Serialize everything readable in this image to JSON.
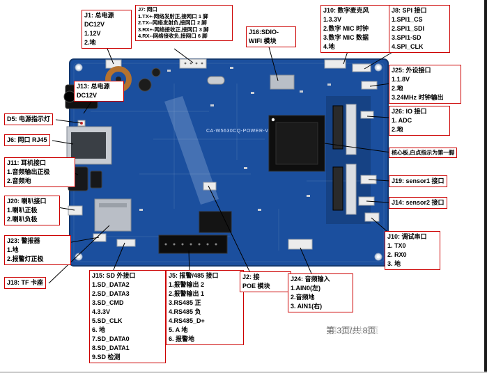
{
  "colors": {
    "board_blue": "#1b4f9e",
    "board_edge": "#12386f",
    "callout_border": "#cc0000",
    "leader_line": "#000000"
  },
  "page": {
    "footer": "第 3页/共 8页",
    "board_silkscreen": "CA-W5630CQ-POWER-V1"
  },
  "callouts": [
    {
      "id": "J1",
      "lines": [
        "J1: 总电源",
        "DC12V",
        "1.12V",
        "2.地"
      ]
    },
    {
      "id": "J7",
      "lines": [
        "J7: 网口",
        "1.TX+-网络发射正,接网口 1 脚",
        "2.TX--网络发射负,接网口 2 脚",
        "3.RX+-网络接收正,接网口 3 脚",
        "4.RX--网络接收负,接网口 6 脚"
      ]
    },
    {
      "id": "J16",
      "lines": [
        "J16:SDIO-",
        "WIFI 模块"
      ]
    },
    {
      "id": "J10-mic",
      "lines": [
        "J10: 数字麦克风",
        "1.3.3V",
        "2.数字 MIC 时钟",
        "3.数字 MIC 数据",
        "4.地"
      ]
    },
    {
      "id": "J8",
      "lines": [
        "J8: SPI 接口",
        "1.SPI1_CS",
        "2.SPI1_SDI",
        "3.SPI1-SD",
        "4.SPI_CLK"
      ]
    },
    {
      "id": "J25",
      "lines": [
        "J25: 外设接口",
        "1.1.8V",
        "2.地",
        "3.24MHz 时钟输出"
      ]
    },
    {
      "id": "J26",
      "lines": [
        "J26: IO 接口",
        "1. ADC",
        "2.地"
      ]
    },
    {
      "id": "core",
      "lines": [
        "核心板,白点指示为第一脚"
      ]
    },
    {
      "id": "J19",
      "lines": [
        "J19: sensor1 接口"
      ]
    },
    {
      "id": "J14",
      "lines": [
        "J14: sensor2 接口"
      ]
    },
    {
      "id": "J10-debug",
      "lines": [
        "J10: 调试串口",
        "1. TX0",
        "2. RX0",
        "3. 地"
      ]
    },
    {
      "id": "J13",
      "lines": [
        "J13: 总电源",
        "DC12V"
      ]
    },
    {
      "id": "D5",
      "lines": [
        "D5: 电源指示灯"
      ]
    },
    {
      "id": "J6",
      "lines": [
        "J6: 网口 RJ45"
      ]
    },
    {
      "id": "J11",
      "lines": [
        "J11: 耳机接口",
        "1.音频输出正极",
        "2.音频地"
      ]
    },
    {
      "id": "J20",
      "lines": [
        "J20: 喇叭接口",
        "1.喇叭正极",
        "2.喇叭负极"
      ]
    },
    {
      "id": "J23",
      "lines": [
        "J23: 警报器",
        "1.地",
        "2.报警灯正极"
      ]
    },
    {
      "id": "J18",
      "lines": [
        "J18: TF 卡座"
      ]
    },
    {
      "id": "J15",
      "lines": [
        "J15: SD 外接口",
        "1.SD_DATA2",
        "2.SD_DATA3",
        "3.SD_CMD",
        "4.3.3V",
        "5.SD_CLK",
        "6. 地",
        "7.SD_DATA0",
        "8.SD_DATA1",
        "9.SD 检测"
      ]
    },
    {
      "id": "J5",
      "lines": [
        "J5: 报警/485 接口",
        "1.报警输出 2",
        "2.报警输出 1",
        "3.RS485 正",
        "4.RS485 负",
        "4.RS485_D+",
        "5. A 地",
        "6. 报警地"
      ]
    },
    {
      "id": "J2",
      "lines": [
        "J2: 接",
        "POE 模块"
      ]
    },
    {
      "id": "J24",
      "lines": [
        "J24: 音频输入",
        "1.AIN0(左)",
        "2.音频地",
        "3. AIN1(右)"
      ]
    }
  ]
}
